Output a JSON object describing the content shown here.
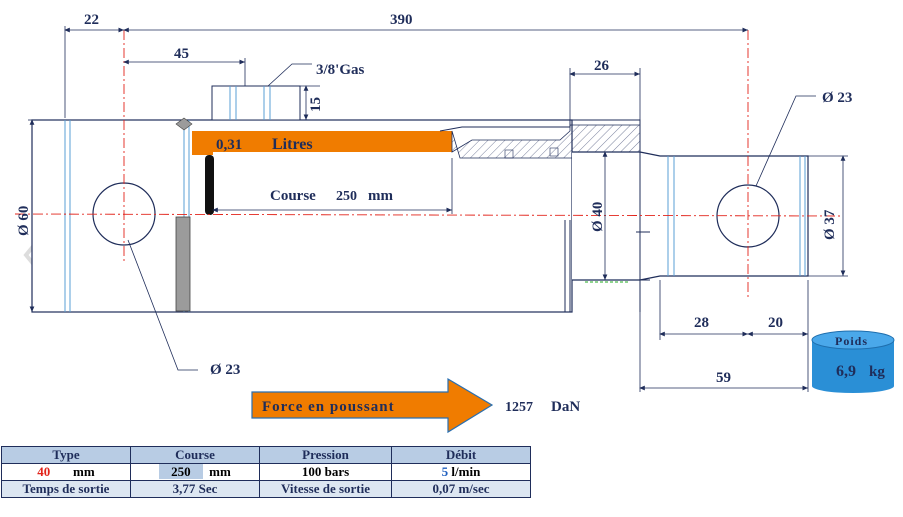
{
  "dimensions": {
    "total_length": "390",
    "left_eye_offset": "22",
    "port_offset": "45",
    "port_height": "15",
    "rod_tail": "26",
    "rod_eye_28": "28",
    "rod_eye_20": "20",
    "rod_length_59": "59",
    "diam_60": "Ø 60",
    "diam_40": "Ø 40",
    "diam_37": "Ø 37",
    "diam_23_left": "Ø 23",
    "diam_23_right": "Ø 23"
  },
  "labels": {
    "port_thread": "3/8'Gas",
    "volume_value": "0,31",
    "volume_unit": "Litres",
    "stroke_label": "Course",
    "stroke_value": "250",
    "stroke_unit": "mm",
    "force_label": "Force en poussant",
    "force_value": "1257",
    "force_unit": "DaN",
    "weight_label": "Poids",
    "weight_value": "6,9",
    "weight_unit": "kg"
  },
  "table": {
    "headers": [
      "Type",
      "Course",
      "Pression",
      "Débit"
    ],
    "type_value": "40",
    "type_unit": "mm",
    "course_value": "250",
    "course_unit": "mm",
    "pression_value": "100 bars",
    "debit_value": "5",
    "debit_unit": "l/min",
    "exit_time_label": "Temps de sortie",
    "exit_time_value": "3,77 Sec",
    "exit_speed_label": "Vitesse de sortie",
    "exit_speed_value": "0,07 m/sec"
  },
  "colors": {
    "line": "#1f2d5a",
    "fluid": "#f07c00",
    "center_line": "#e2231a",
    "arrow": "#f07c00",
    "weight_badge": "#2a8fd6"
  }
}
